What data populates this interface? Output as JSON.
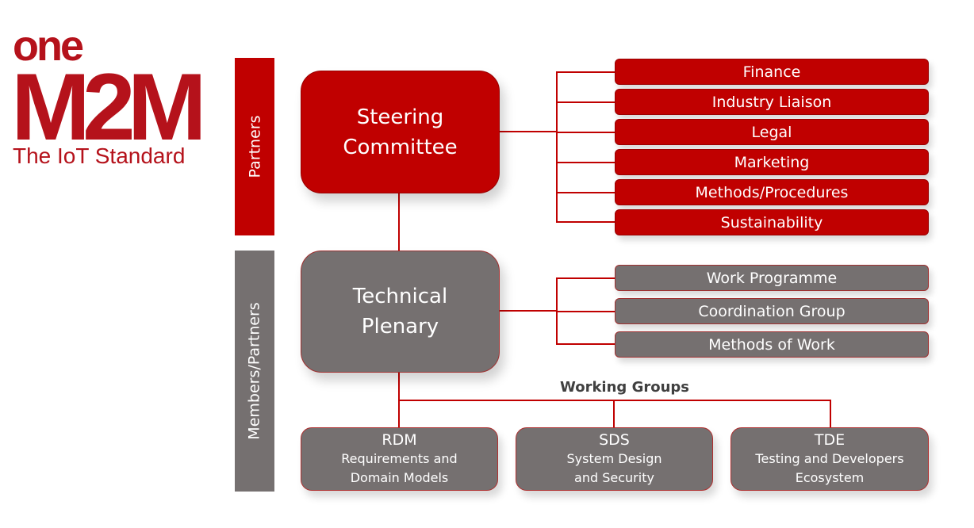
{
  "logo": {
    "wordmark_top": "one",
    "wordmark_main": "M2M",
    "tagline": "The IoT Standard"
  },
  "bands": {
    "partners": "Partners",
    "members": "Members/Partners"
  },
  "steering": {
    "line1": "Steering",
    "line2": "Committee",
    "committees": [
      "Finance",
      "Industry Liaison",
      "Legal",
      "Marketing",
      "Methods/Procedures",
      "Sustainability"
    ]
  },
  "plenary": {
    "line1": "Technical",
    "line2": "Plenary",
    "groups": [
      "Work Programme",
      "Coordination Group",
      "Methods of Work"
    ]
  },
  "working_groups": {
    "label": "Working Groups",
    "items": [
      {
        "abbr": "RDM",
        "line1": "Requirements and",
        "line2": "Domain Models"
      },
      {
        "abbr": "SDS",
        "line1": "System Design",
        "line2": "and Security"
      },
      {
        "abbr": "TDE",
        "line1": "Testing and Developers",
        "line2": "Ecosystem"
      }
    ]
  },
  "colors": {
    "red": "#c00000",
    "grey": "#757070",
    "logo_grey": "#a6a6a6"
  }
}
